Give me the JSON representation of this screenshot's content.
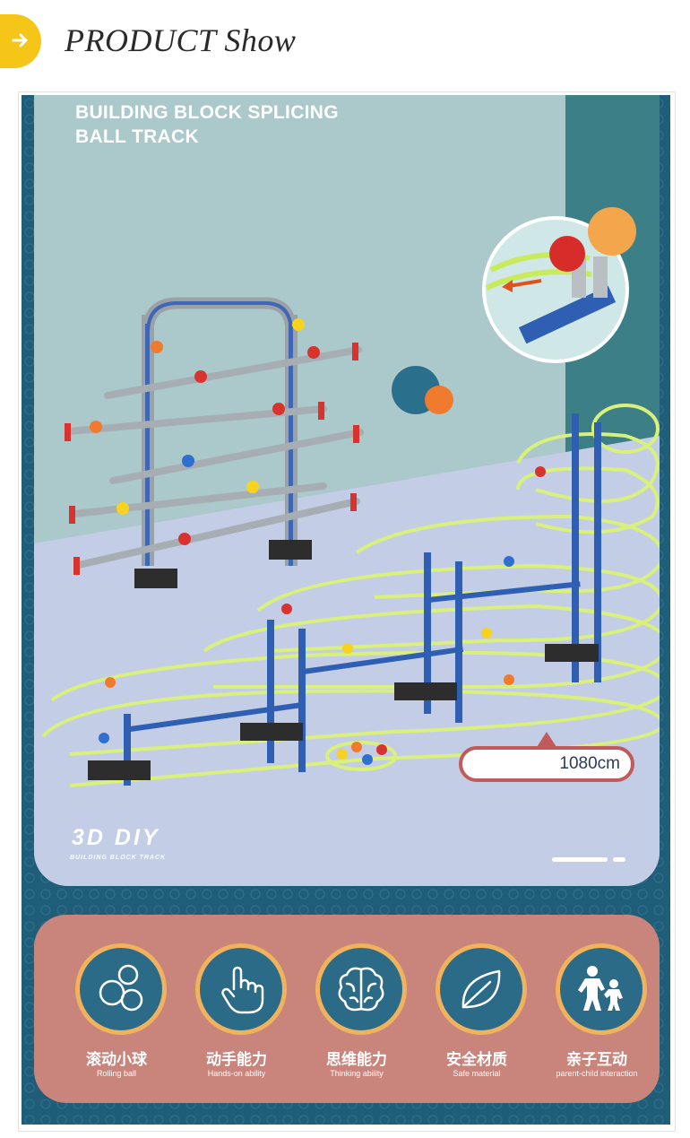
{
  "header": {
    "title": "PRODUCT Show",
    "badge_icon": "arrow-right-icon"
  },
  "poster": {
    "title_lines": [
      "BUILDING BLOCK SPLICING",
      "BALL TRACK"
    ],
    "logo_main": "3D DIY",
    "logo_sub": "BUILDING BLOCK TRACK",
    "track_length": "1080cm"
  },
  "features": [
    {
      "icon": "bubbles-icon",
      "label_cn": "滚动小球",
      "label_en": "Rolling ball"
    },
    {
      "icon": "hand-pointer-icon",
      "label_cn": "动手能力",
      "label_en": "Hands-on ability"
    },
    {
      "icon": "brain-icon",
      "label_cn": "思维能力",
      "label_en": "Thinking ability"
    },
    {
      "icon": "leaf-icon",
      "label_cn": "安全材质",
      "label_en": "Safe material"
    },
    {
      "icon": "parent-child-icon",
      "label_cn": "亲子互动",
      "label_en": "parent-child interaction"
    }
  ],
  "colors": {
    "accent_yellow": "#f5c518",
    "poster_navy": "#1f5d78",
    "feature_panel": "#c9847b",
    "track_green": "#d9f07a",
    "frame_blue": "#2f5fb3"
  }
}
